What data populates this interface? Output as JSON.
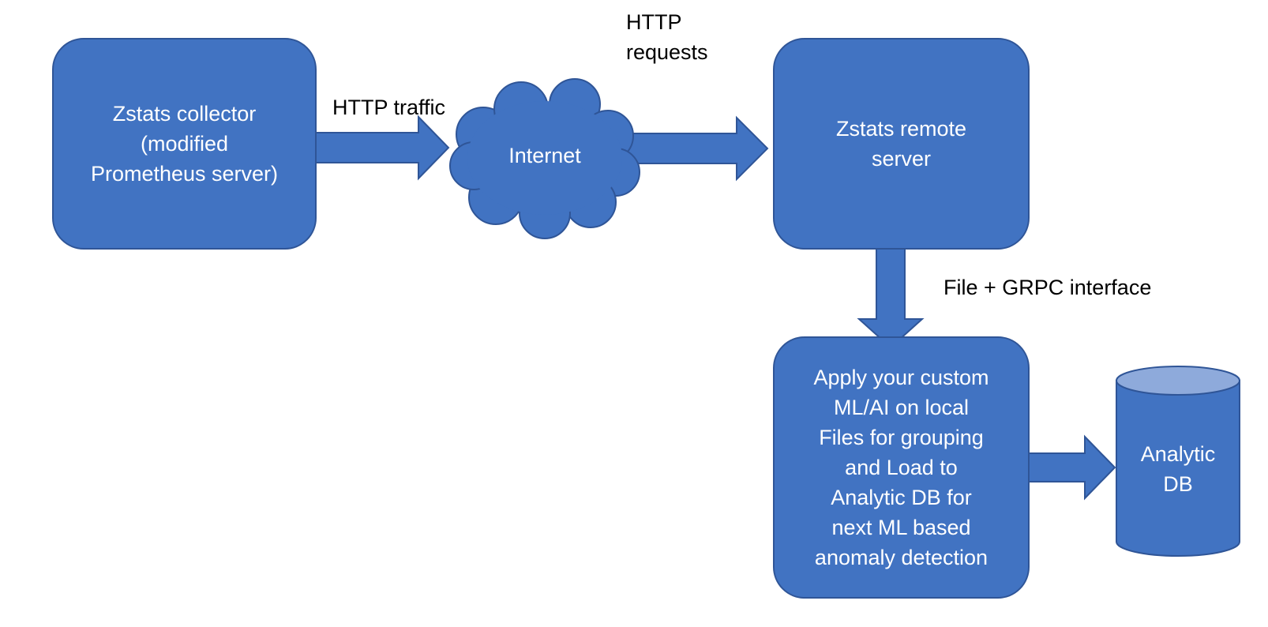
{
  "colors": {
    "fill": "#4173c2",
    "stroke": "#2f5597",
    "db_top": "#8eaadb",
    "label_text": "#000000",
    "node_text": "#ffffff"
  },
  "nodes": {
    "collector": "Zstats collector\n(modified\nPrometheus server)",
    "internet": "Internet",
    "remote_server": "Zstats remote\nserver",
    "ml_process": "Apply your custom\nML/AI on local\nFiles for grouping\nand Load to\nAnalytic DB for\nnext ML based\nanomaly detection",
    "analytic_db": "Analytic\nDB"
  },
  "edges": {
    "http_traffic": "HTTP traffic",
    "http_requests": "HTTP\nrequests",
    "file_grpc": "File + GRPC interface"
  }
}
